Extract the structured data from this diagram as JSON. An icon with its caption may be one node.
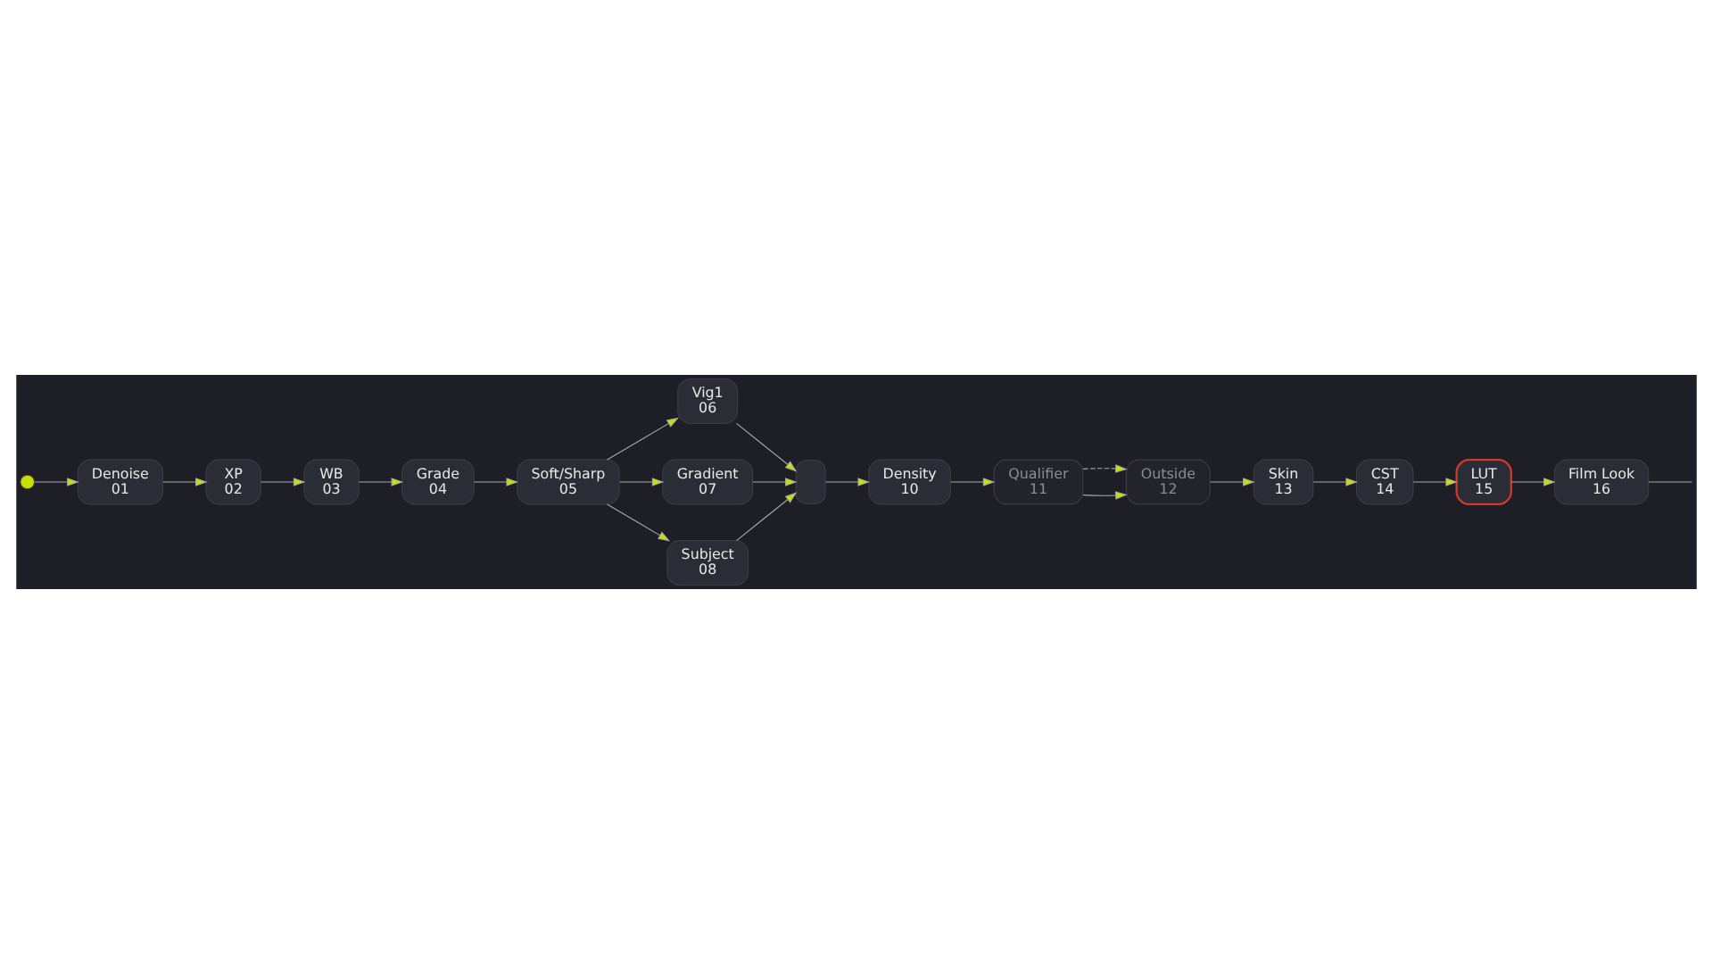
{
  "diagram": {
    "nodes": [
      {
        "text": [],
        "shape": "circle"
      },
      {
        "text": [
          "Denoise",
          "01"
        ]
      },
      {
        "text": [
          "XP",
          "02"
        ]
      },
      {
        "text": [
          "WB",
          "03"
        ]
      },
      {
        "text": [
          "Grade",
          "04"
        ]
      },
      {
        "text": [
          "Soft/Sharp",
          "05"
        ]
      },
      {
        "text": [
          "Vig1",
          "06"
        ]
      },
      {
        "text": [
          "Gradient",
          "07"
        ]
      },
      {
        "text": [
          "Subject",
          "08"
        ]
      },
      {
        "text": [],
        "shape": "box"
      },
      {
        "text": [
          "Density",
          "10"
        ]
      },
      {
        "text": [
          "Qualifier",
          "11"
        ]
      },
      {
        "text": [
          "Outside",
          "12"
        ]
      },
      {
        "text": [
          "Skin",
          "13"
        ]
      },
      {
        "text": [
          "CST",
          "14"
        ]
      },
      {
        "text": [
          "LUT",
          "15"
        ]
      },
      {
        "text": [
          "Film Look",
          "16"
        ]
      }
    ],
    "edges": [
      {
        "from": 0,
        "to": 1,
        "arrow": "to"
      },
      {
        "from": 1,
        "to": 2,
        "arrow": "to"
      },
      {
        "from": 2,
        "to": 3,
        "arrow": "to"
      },
      {
        "from": 3,
        "to": 4,
        "arrow": "to"
      },
      {
        "from": 4,
        "to": 5,
        "arrow": "to"
      },
      {
        "from": 5,
        "to": 6,
        "arrow": "to"
      },
      {
        "from": 5,
        "to": 7,
        "arrow": "to"
      },
      {
        "from": 5,
        "to": 8,
        "arrow": "to"
      },
      {
        "from": 6,
        "to": 9,
        "arrow": "to"
      },
      {
        "from": 7,
        "to": 9,
        "arrow": "to"
      },
      {
        "from": 8,
        "to": 9,
        "arrow": "to"
      },
      {
        "from": 9,
        "to": 10,
        "arrow": "to"
      },
      {
        "from": 10,
        "to": 11,
        "arrow": "to"
      },
      {
        "from": 11,
        "to": 12,
        "arrow": "to"
      },
      {
        "from": 11,
        "to": 12,
        "arrow": "to",
        "style": "dashed"
      },
      {
        "from": 12,
        "to": 13,
        "arrow": "to"
      },
      {
        "from": 13,
        "to": 14,
        "arrow": "to"
      },
      {
        "from": 14,
        "to": 15,
        "arrow": "to"
      },
      {
        "from": 15,
        "to": 16,
        "arrow": "to"
      },
      {
        "from": 16,
        "to": null,
        "arrow": "none"
      }
    ]
  }
}
